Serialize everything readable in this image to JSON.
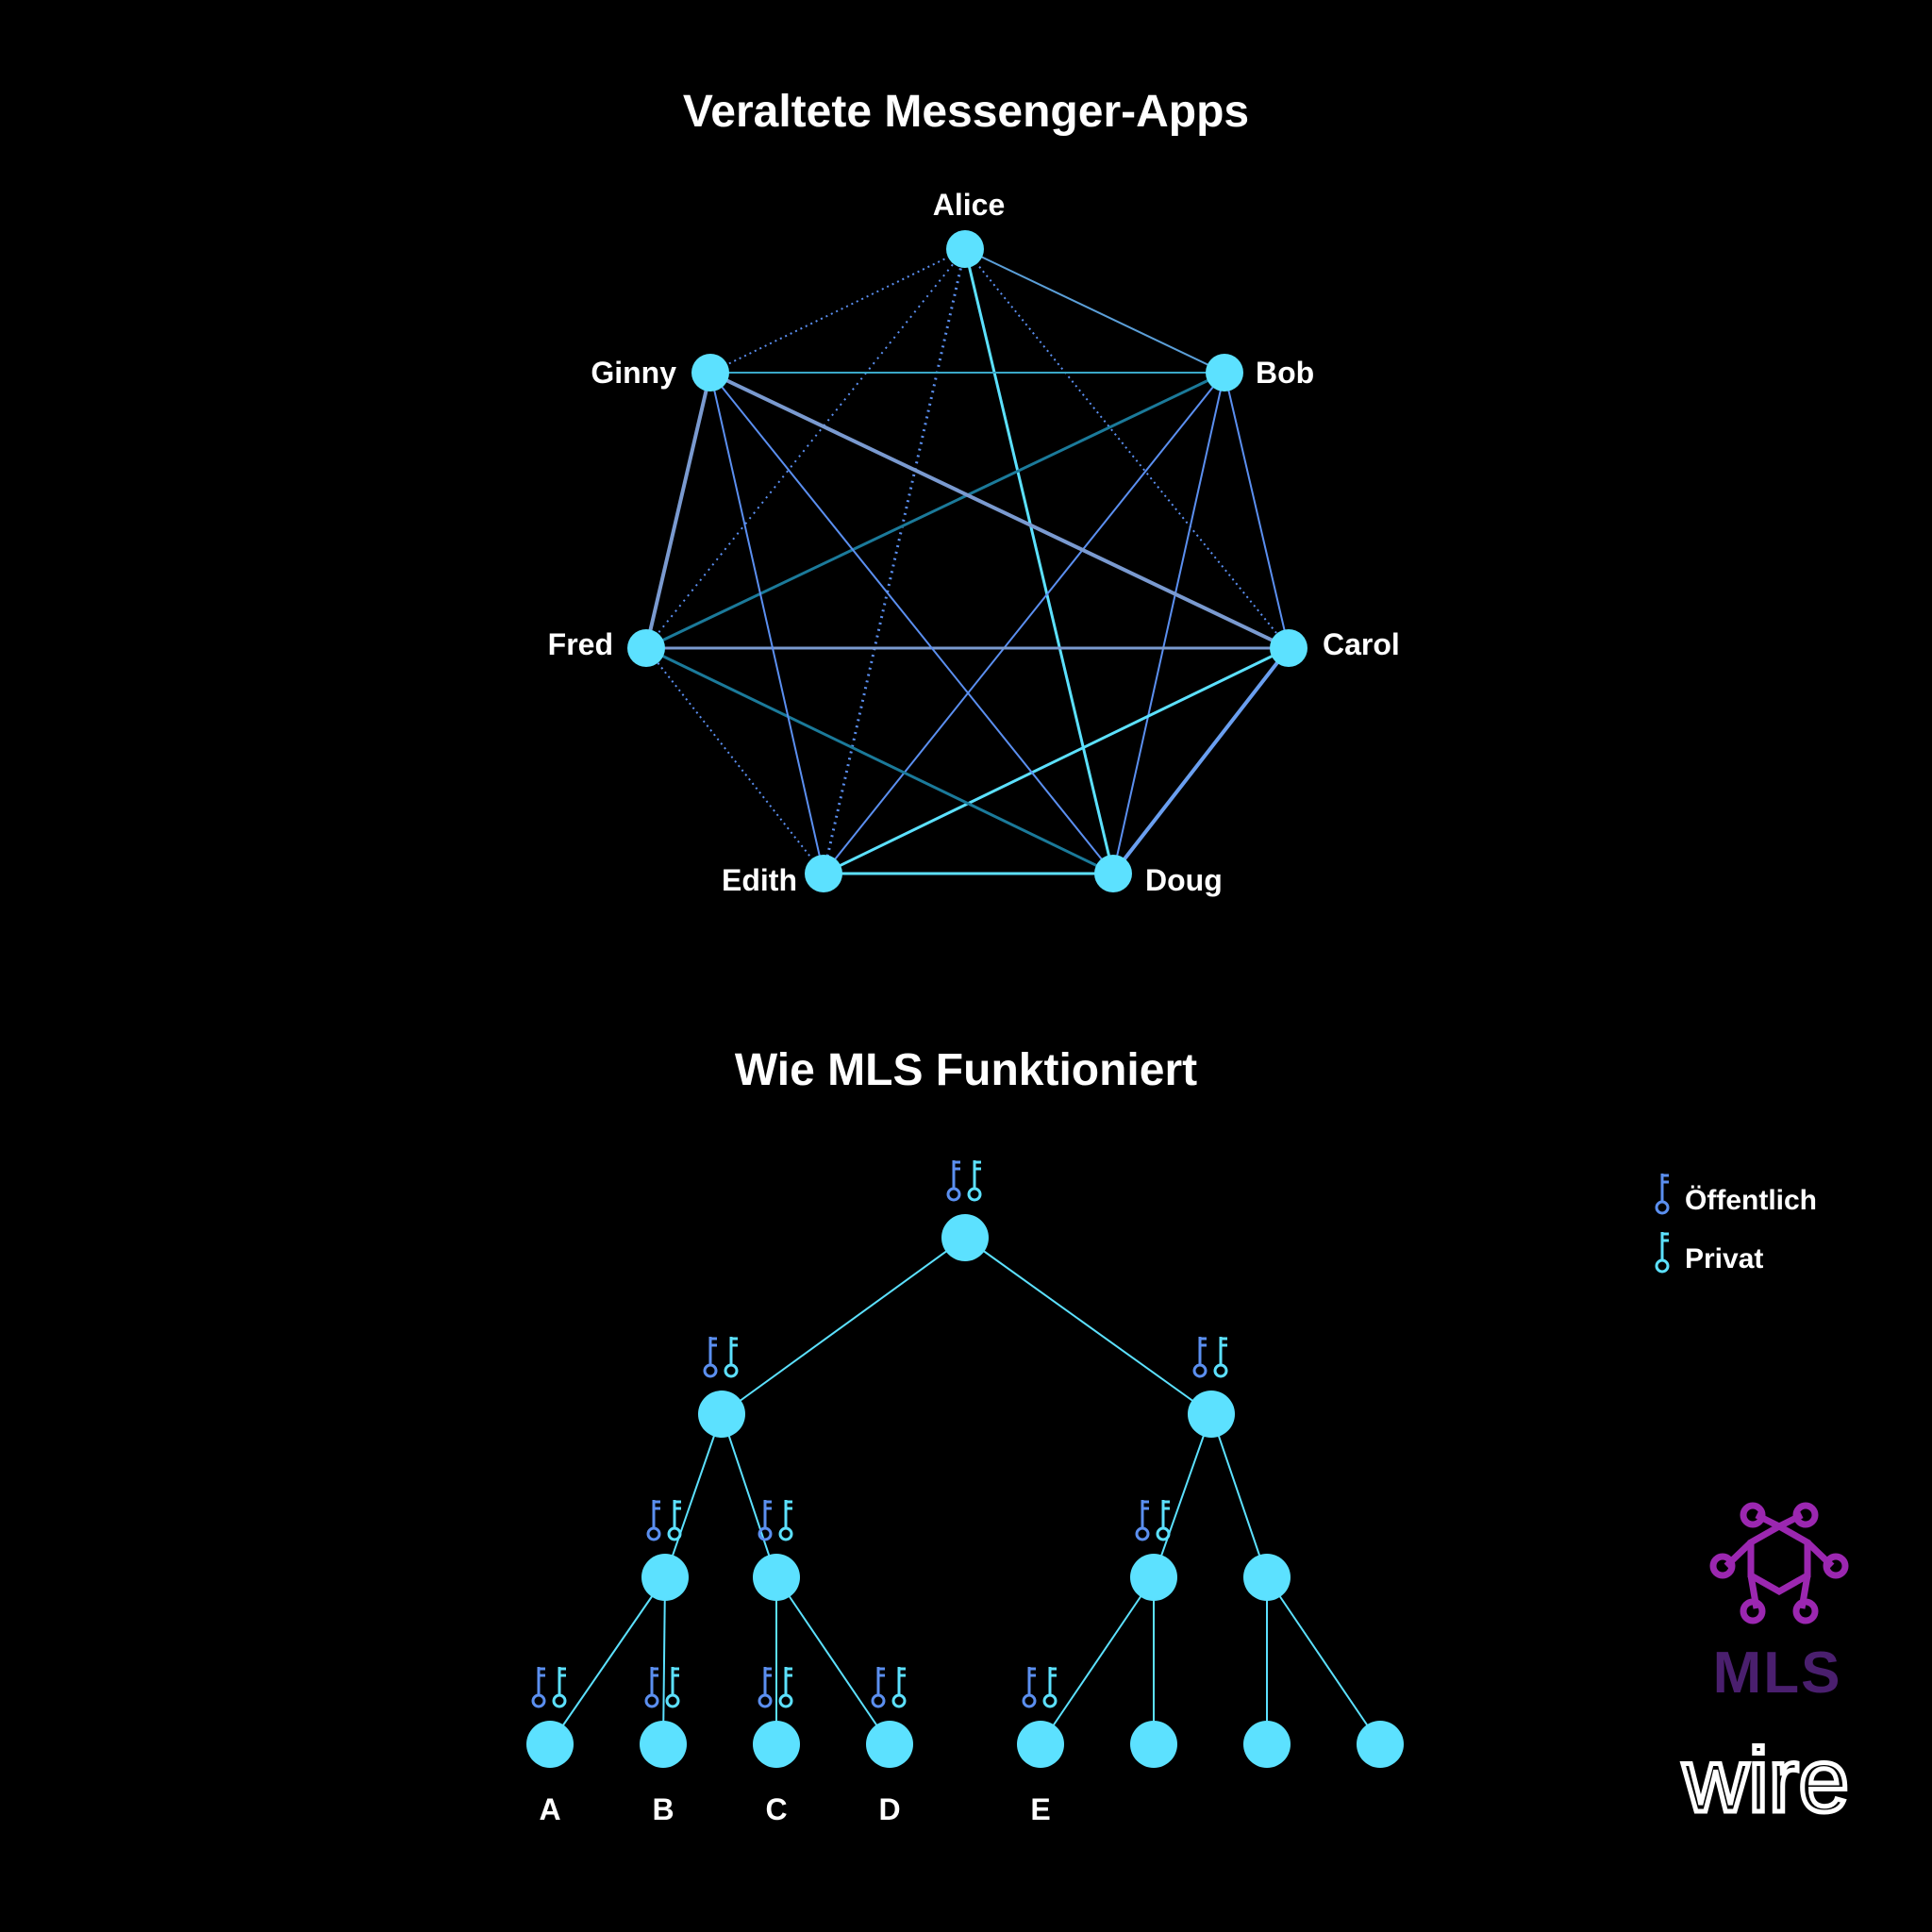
{
  "top": {
    "title": "Veraltete Messenger-Apps",
    "nodes": [
      "Alice",
      "Bob",
      "Carol",
      "Doug",
      "Edith",
      "Fred",
      "Ginny"
    ]
  },
  "bottom": {
    "title": "Wie MLS Funktioniert",
    "leaf_labels": [
      "A",
      "B",
      "C",
      "D",
      "E"
    ]
  },
  "legend": {
    "public_label": "Öffentlich",
    "private_label": "Privat"
  },
  "logos": {
    "mls": "MLS",
    "wire": "wire"
  },
  "colors": {
    "node": "#5ce1ff",
    "public_key": "#5b8ff0",
    "private_key": "#5ce1ff",
    "mls_logo": "#9b27b0",
    "mls_text": "#4a1f6e"
  }
}
